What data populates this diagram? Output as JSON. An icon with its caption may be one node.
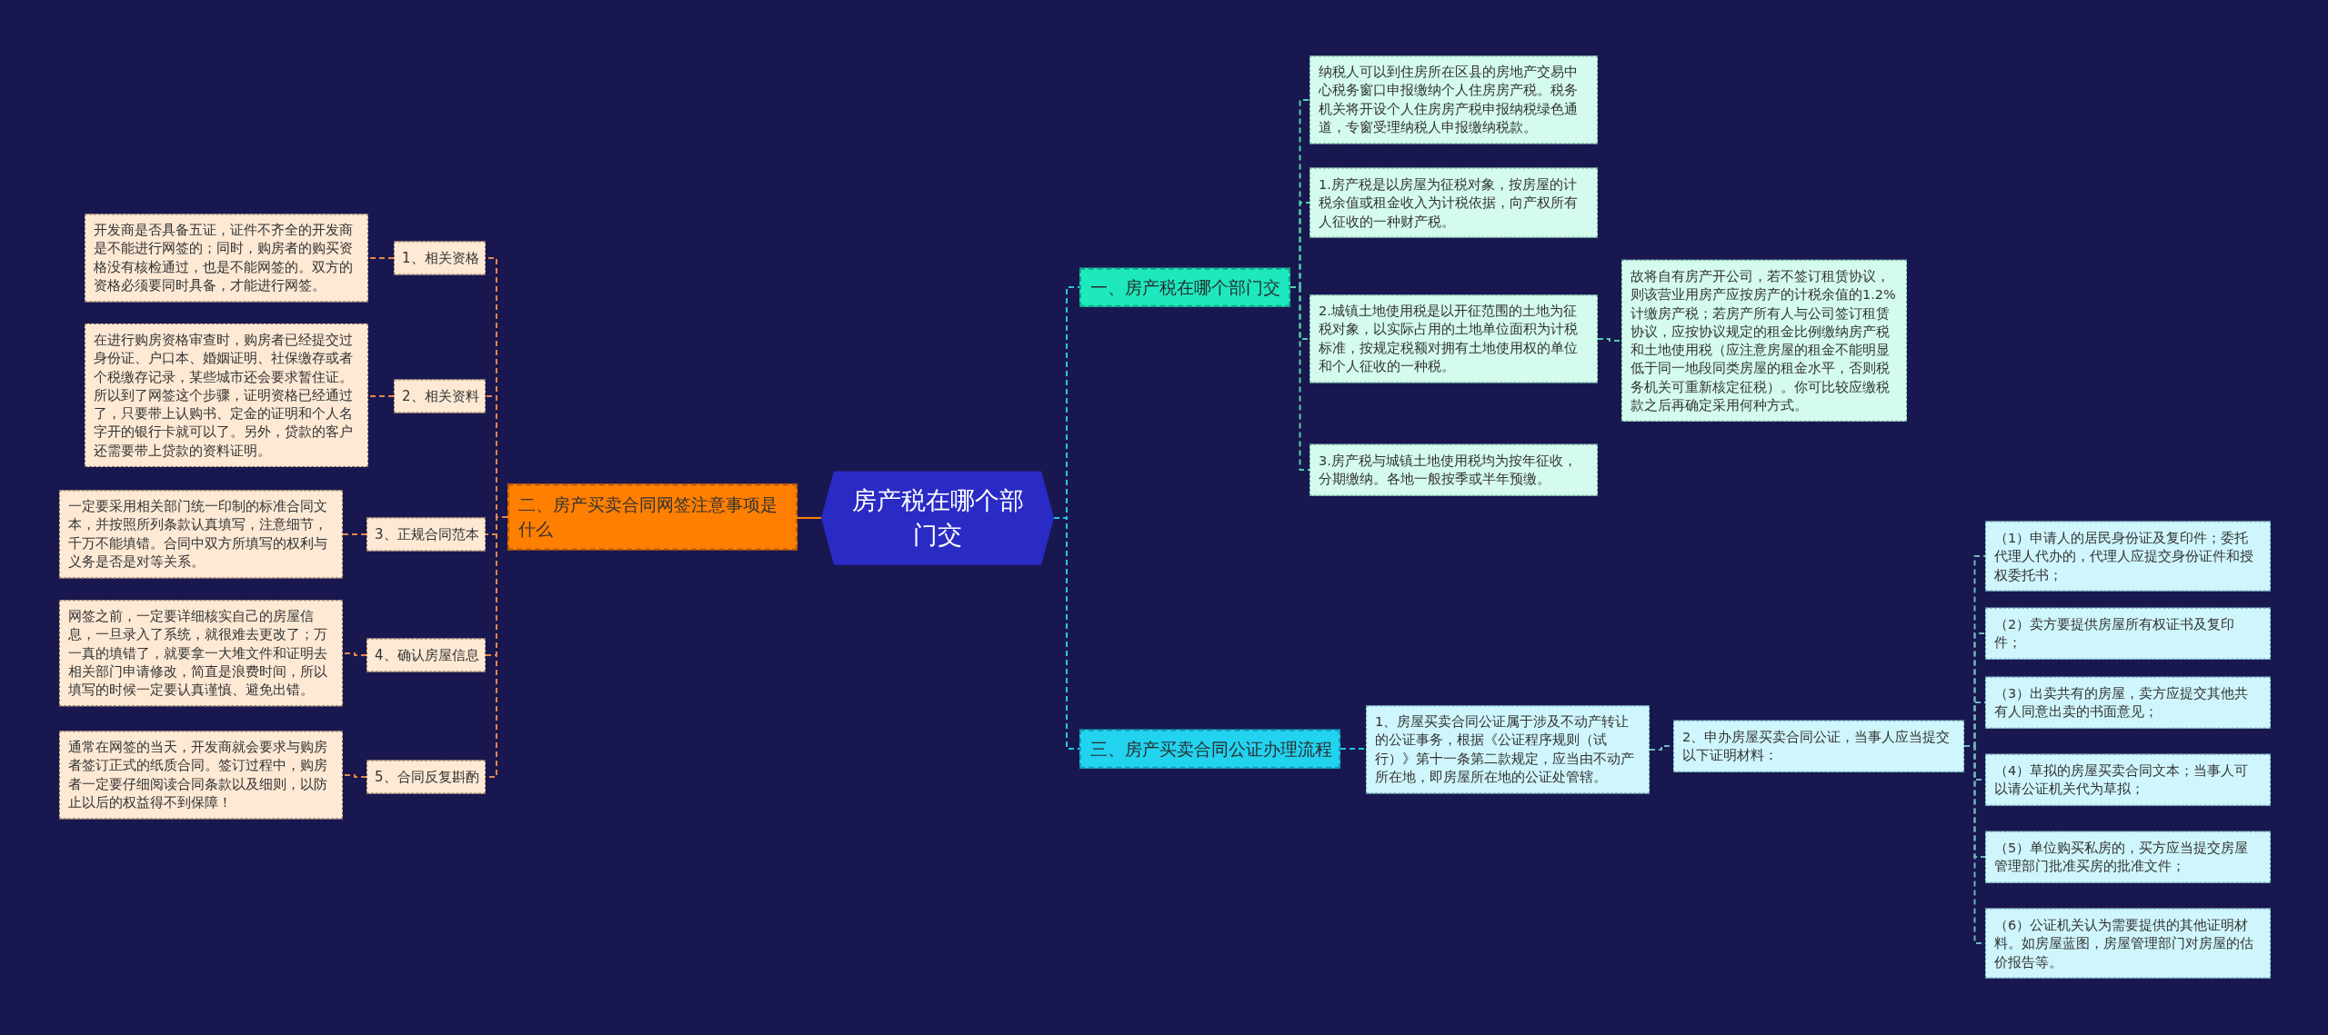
{
  "diagram": {
    "nodes": [
      {
        "text": [
          "房产税在哪个部门交"
        ]
      },
      {
        "text": [
          "二、房产买卖合同网签注意事项是什么"
        ]
      },
      {
        "text": [
          "1、相关资格"
        ]
      },
      {
        "text": [
          "开发商是否具备五证，证件不齐全的开发商是不能进行网签的；同时，购房者的购买资格没有核检通过，也是不能网签的。双方的资格必须要同时具备，才能进行网签。"
        ]
      },
      {
        "text": [
          "2、相关资料"
        ]
      },
      {
        "text": [
          "在进行购房资格审查时，购房者已经提交过身份证、户口本、婚姻证明、社保缴存或者个税缴存记录，某些城市还会要求暂住证。所以到了网签这个步骤，证明资格已经通过了，只要带上认购书、定金的证明和个人名字开的银行卡就可以了。另外，贷款的客户还需要带上贷款的资料证明。"
        ]
      },
      {
        "text": [
          "3、正规合同范本"
        ]
      },
      {
        "text": [
          "一定要采用相关部门统一印制的标准合同文本，并按照所列条款认真填写，注意细节，千万不能填错。合同中双方所填写的权利与义务是否是对等关系。"
        ]
      },
      {
        "text": [
          "4、确认房屋信息"
        ]
      },
      {
        "text": [
          "网签之前，一定要详细核实自己的房屋信息，一旦录入了系统，就很难去更改了；万一真的填错了，就要拿一大堆文件和证明去相关部门申请修改，简直是浪费时间，所以填写的时候一定要认真谨慎、避免出错。"
        ]
      },
      {
        "text": [
          "5、合同反复斟酌"
        ]
      },
      {
        "text": [
          "通常在网签的当天，开发商就会要求与购房者签订正式的纸质合同。签订过程中，购房者一定要仔细阅读合同条款以及细则，以防止以后的权益得不到保障！"
        ]
      },
      {
        "text": [
          "一、房产税在哪个部门交"
        ]
      },
      {
        "text": [
          "纳税人可以到住房所在区县的房地产交易中心税务窗口申报缴纳个人住房房产税。税务机关将开设个人住房房产税申报纳税绿色通道，专窗受理纳税人申报缴纳税款。"
        ]
      },
      {
        "text": [
          "1.房产税是以房屋为征税对象，按房屋的计税余值或租金收入为计税依据，向产权所有人征收的一种财产税。"
        ]
      },
      {
        "text": [
          "2.城镇土地使用税是以开征范围的土地为征税对象，以实际占用的土地单位面积为计税标准，按规定税额对拥有土地使用权的单位和个人征收的一种税。"
        ]
      },
      {
        "text": [
          "故将自有房产开公司，若不签订租赁协议，则该营业用房产应按房产的计税余值的1.2%计缴房产税；若房产所有人与公司签订租赁协议，应按协议规定的租金比例缴纳房产税和土地使用税（应注意房屋的租金不能明显低于同一地段同类房屋的租金水平，否则税务机关可重新核定征税）。你可比较应缴税款之后再确定采用何种方式。"
        ]
      },
      {
        "text": [
          "3.房产税与城镇土地使用税均为按年征收，分期缴纳。各地一般按季或半年预缴。"
        ]
      },
      {
        "text": [
          "三、房产买卖合同公证办理流程"
        ]
      },
      {
        "text": [
          "1、房屋买卖合同公证属于涉及不动产转让的公证事务，根据《公证程序规则（试行）》第十一条第二款规定，应当由不动产所在地，即房屋所在地的公证处管辖。"
        ]
      },
      {
        "text": [
          "2、申办房屋买卖合同公证，当事人应当提交以下证明材料："
        ]
      },
      {
        "text": [
          "（1）申请人的居民身份证及复印件；委托代理人代办的，代理人应提交身份证件和授权委托书；"
        ]
      },
      {
        "text": [
          "（2）卖方要提供房屋所有权证书及复印件；"
        ]
      },
      {
        "text": [
          "（3）出卖共有的房屋，卖方应提交其他共有人同意出卖的书面意见；"
        ]
      },
      {
        "text": [
          "（4）草拟的房屋买卖合同文本；当事人可以请公证机关代为草拟；"
        ]
      },
      {
        "text": [
          "（5）单位购买私房的，买方应当提交房屋管理部门批准买房的批准文件；"
        ]
      },
      {
        "text": [
          "（6）公证机关认为需要提供的其他证明材料。如房屋蓝图，房屋管理部门对房屋的估价报告等。"
        ]
      }
    ],
    "edges": [
      {
        "from": 0,
        "to": 1,
        "arrow": "none",
        "color": "#ff7f00"
      },
      {
        "from": 1,
        "to": 2,
        "arrow": "none",
        "style": "dashed",
        "color": "#e8864a"
      },
      {
        "from": 2,
        "to": 3,
        "arrow": "none",
        "style": "dashed",
        "color": "#e8864a"
      },
      {
        "from": 1,
        "to": 4,
        "arrow": "none",
        "style": "dashed",
        "color": "#e8864a"
      },
      {
        "from": 4,
        "to": 5,
        "arrow": "none",
        "style": "dashed",
        "color": "#e8864a"
      },
      {
        "from": 1,
        "to": 6,
        "arrow": "none",
        "style": "dashed",
        "color": "#e8864a"
      },
      {
        "from": 6,
        "to": 7,
        "arrow": "none",
        "style": "dashed",
        "color": "#e8864a"
      },
      {
        "from": 1,
        "to": 8,
        "arrow": "none",
        "style": "dashed",
        "color": "#e8864a"
      },
      {
        "from": 8,
        "to": 9,
        "arrow": "none",
        "style": "dashed",
        "color": "#e8864a"
      },
      {
        "from": 1,
        "to": 10,
        "arrow": "none",
        "style": "dashed",
        "color": "#e8864a"
      },
      {
        "from": 10,
        "to": 11,
        "arrow": "none",
        "style": "dashed",
        "color": "#e8864a"
      },
      {
        "from": 0,
        "to": 12,
        "arrow": "none",
        "style": "dashed",
        "color": "#22c8e8"
      },
      {
        "from": 12,
        "to": 13,
        "arrow": "none",
        "style": "dashed",
        "color": "#4fd2a8"
      },
      {
        "from": 12,
        "to": 14,
        "arrow": "none",
        "style": "dashed",
        "color": "#4fd2a8"
      },
      {
        "from": 12,
        "to": 15,
        "arrow": "none",
        "style": "dashed",
        "color": "#4fd2a8"
      },
      {
        "from": 15,
        "to": 16,
        "arrow": "none",
        "style": "dashed",
        "color": "#4fd2a8"
      },
      {
        "from": 12,
        "to": 17,
        "arrow": "none",
        "style": "dashed",
        "color": "#4fd2a8"
      },
      {
        "from": 0,
        "to": 18,
        "arrow": "none",
        "style": "dashed",
        "color": "#22c8e8"
      },
      {
        "from": 18,
        "to": 19,
        "arrow": "none",
        "style": "dashed",
        "color": "#22c8e8"
      },
      {
        "from": 19,
        "to": 20,
        "arrow": "none",
        "style": "dashed",
        "color": "#6fb8b8"
      },
      {
        "from": 20,
        "to": 21,
        "arrow": "none",
        "style": "dashed",
        "color": "#6fb8b8"
      },
      {
        "from": 20,
        "to": 22,
        "arrow": "none",
        "style": "dashed",
        "color": "#6fb8b8"
      },
      {
        "from": 20,
        "to": 23,
        "arrow": "none",
        "style": "dashed",
        "color": "#6fb8b8"
      },
      {
        "from": 20,
        "to": 24,
        "arrow": "none",
        "style": "dashed",
        "color": "#6fb8b8"
      },
      {
        "from": 20,
        "to": 25,
        "arrow": "none",
        "style": "dashed",
        "color": "#6fb8b8"
      },
      {
        "from": 20,
        "to": 26,
        "arrow": "none",
        "style": "dashed",
        "color": "#6fb8b8"
      }
    ]
  }
}
